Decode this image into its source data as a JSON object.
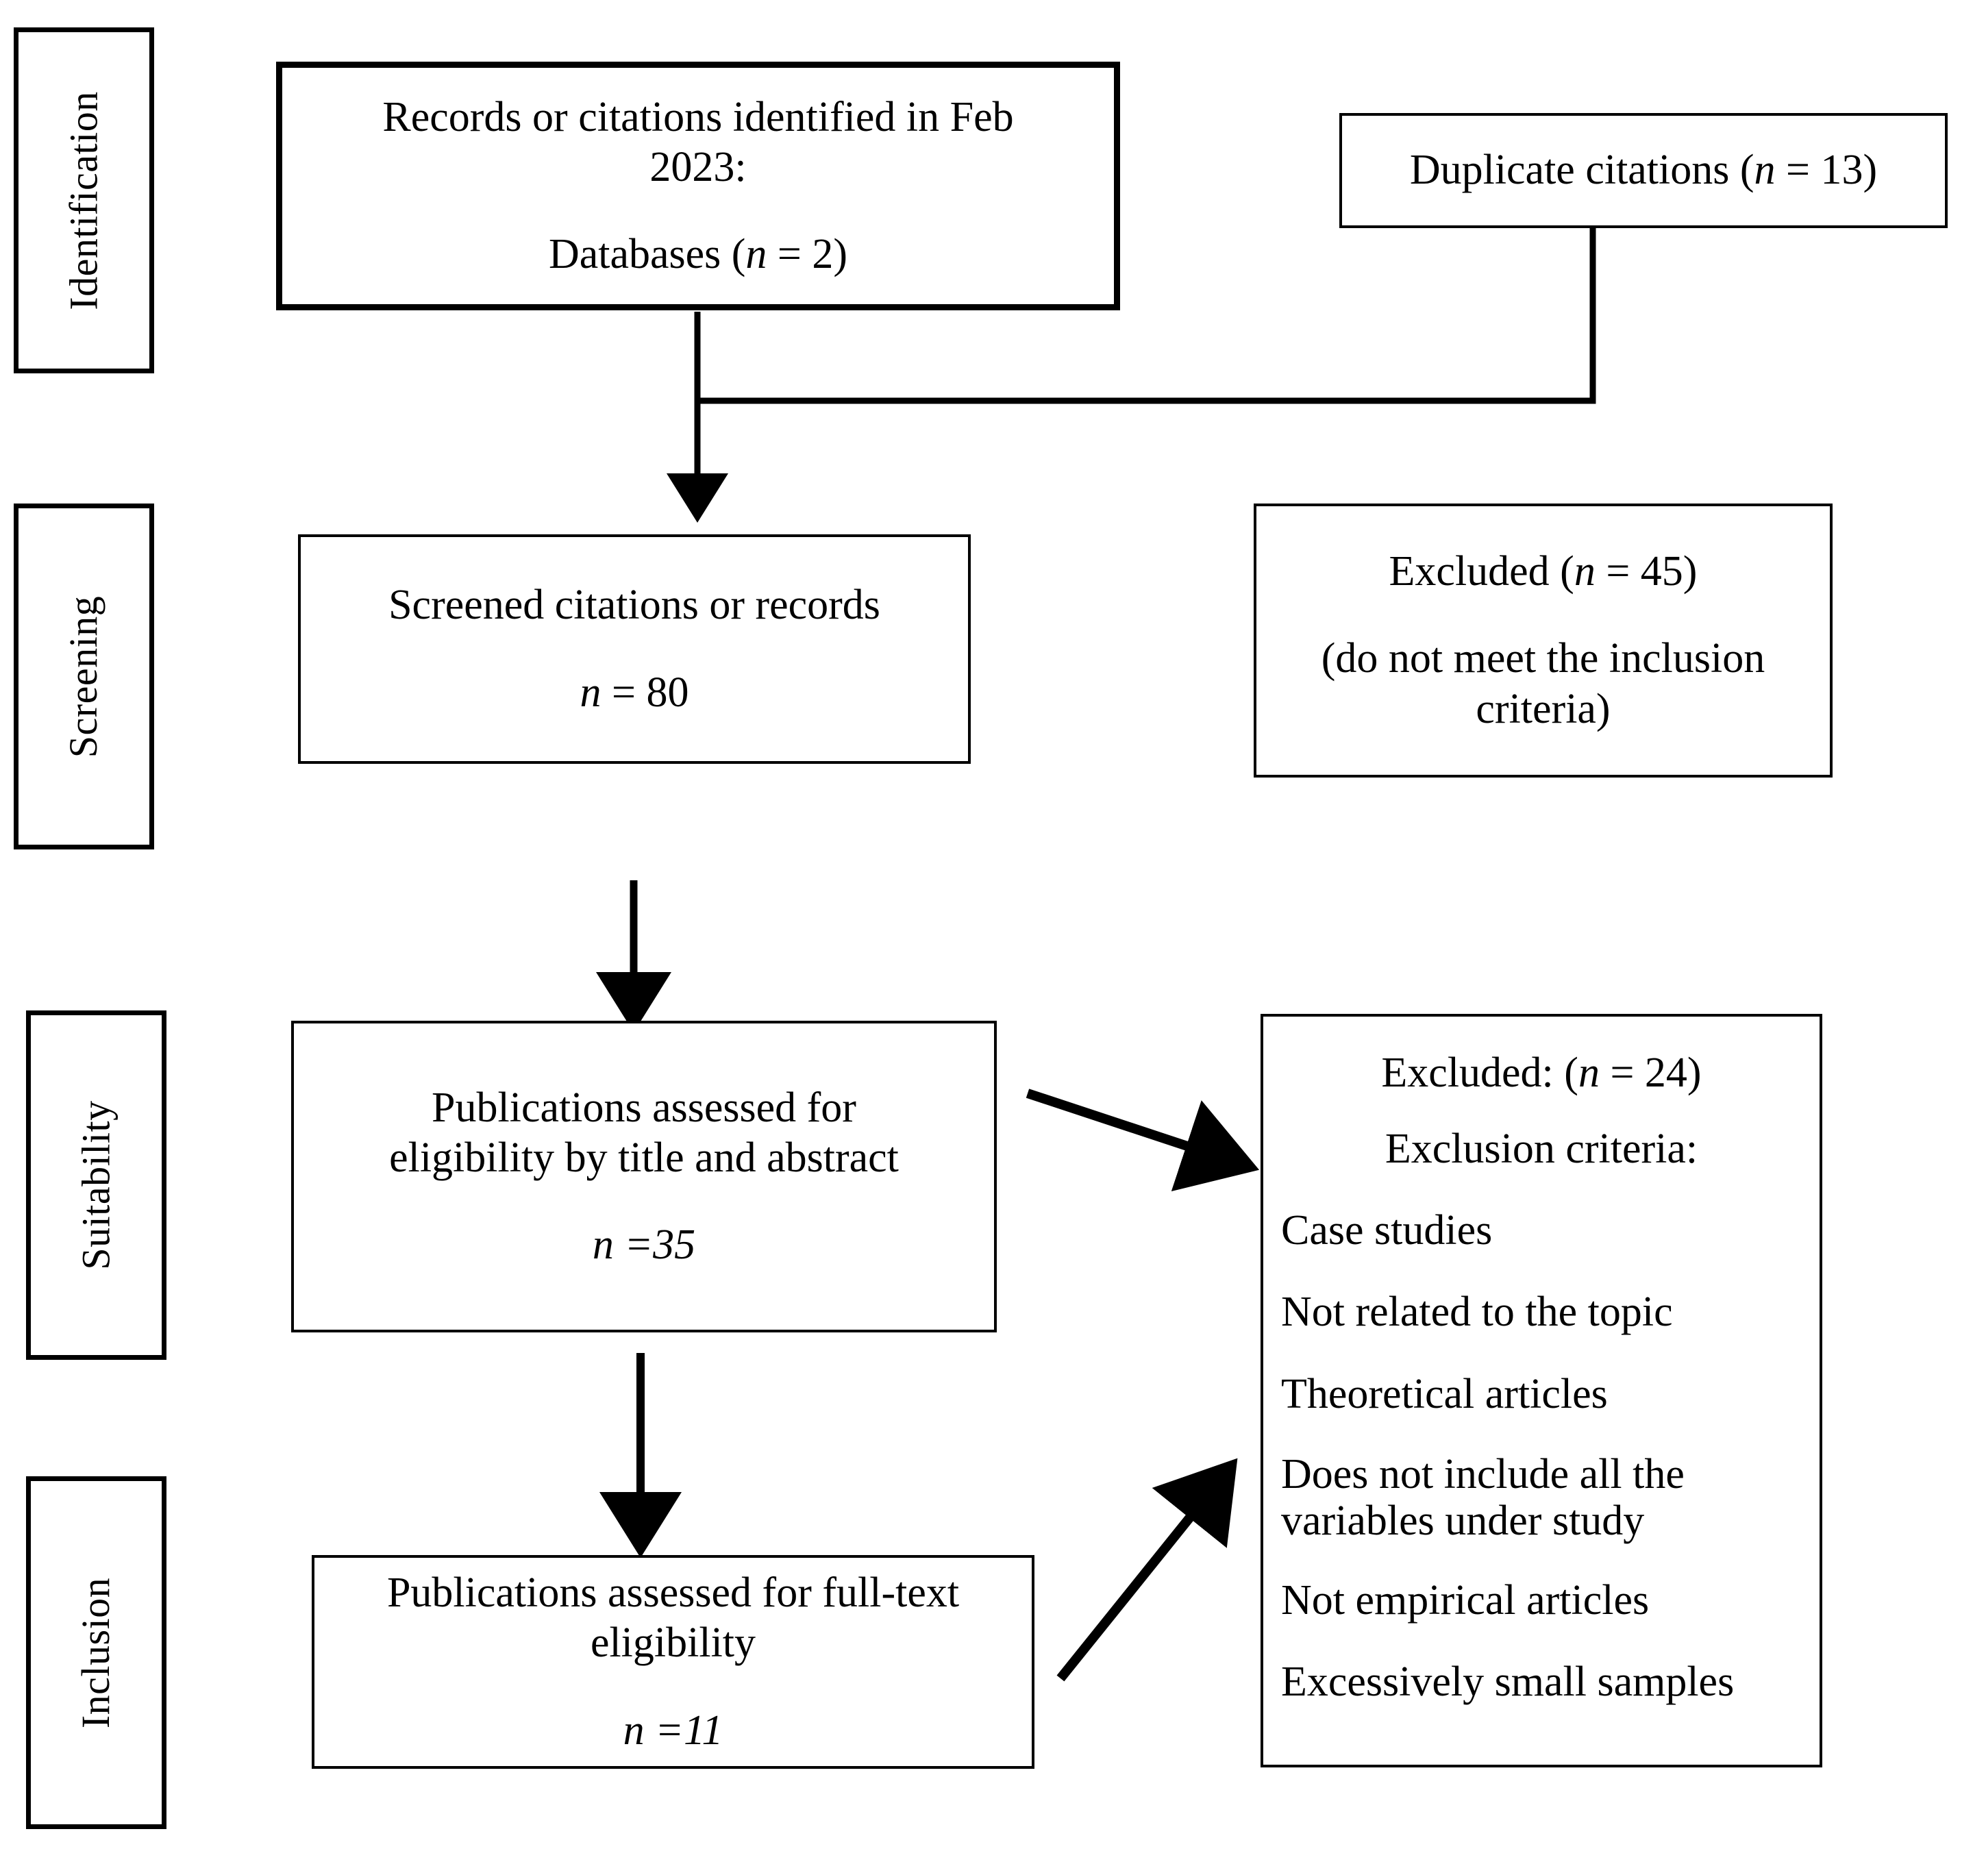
{
  "diagram": {
    "type": "prisma-flow-diagram",
    "stages": [
      {
        "id": "identification",
        "label": "Identification"
      },
      {
        "id": "screening",
        "label": "Screening"
      },
      {
        "id": "suitability",
        "label": "Suitability"
      },
      {
        "id": "inclusion",
        "label": "Inclusion"
      }
    ],
    "boxes": {
      "identified": {
        "line1": "Records or citations identified in Feb",
        "line2": "2023:",
        "line3_pre": "Databases (",
        "line3_n": "n",
        "line3_post": " = 2)"
      },
      "duplicates": {
        "pre": "Duplicate citations (",
        "n": "n",
        "post": " = 13)"
      },
      "screened": {
        "line1": "Screened citations or records",
        "n": "n",
        "value": " = 80"
      },
      "excluded_screening": {
        "line1_pre": "Excluded (",
        "line1_n": "n",
        "line1_post": " = 45)",
        "line2": "(do not meet the inclusion",
        "line3": "criteria)"
      },
      "eligibility_title_abstract": {
        "line1": "Publications assessed for",
        "line2": "eligibility by title and abstract",
        "n": "n",
        "value": " =35"
      },
      "excluded_suitability": {
        "heading_pre": "Excluded: (",
        "heading_n": "n",
        "heading_post": " = 24)",
        "subheading": "Exclusion criteria:",
        "criteria": [
          "Case studies",
          "Not related to the topic",
          "Theoretical articles",
          "Does not include all the variables under study",
          "Not empirical articles",
          "Excessively small samples"
        ]
      },
      "eligibility_fulltext": {
        "line1": "Publications assessed for full-text",
        "line2": "eligibility",
        "n": "n",
        "value": " =11"
      }
    },
    "connectors": [
      {
        "name": "identified-to-screened",
        "kind": "arrow-down"
      },
      {
        "name": "duplicates-join-to-main-flow",
        "kind": "elbow-line"
      },
      {
        "name": "screened-to-title-abstract",
        "kind": "arrow-down"
      },
      {
        "name": "title-abstract-to-excluded",
        "kind": "arrow-diagonal-down-right"
      },
      {
        "name": "title-abstract-to-fulltext",
        "kind": "arrow-down"
      },
      {
        "name": "fulltext-to-excluded",
        "kind": "arrow-diagonal-up-right"
      }
    ],
    "colors": {
      "stroke": "#000000",
      "background": "#ffffff",
      "text": "#000000"
    }
  }
}
